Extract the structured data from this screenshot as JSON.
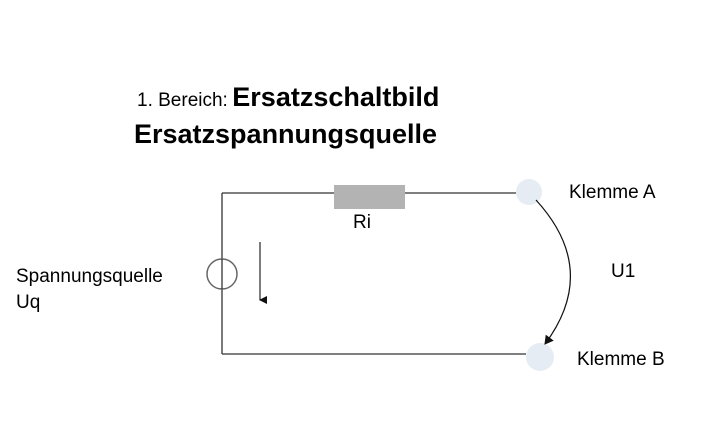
{
  "title": {
    "prefix": "1. Bereich:",
    "main": "Ersatzschaltbild",
    "subtitle": "Ersatzspannungsquelle"
  },
  "circuit": {
    "resistor_label": "Ri",
    "source_label_line1": "Spannungsquelle",
    "source_label_line2": "Uq",
    "terminal_a_label": "Klemme A",
    "terminal_b_label": "Klemme B",
    "voltage_label": "U1",
    "colors": {
      "wire": "#333333",
      "resistor_fill": "#b3b3b3",
      "terminal_fill": "#e6ecf3",
      "source_stroke": "#666666"
    }
  }
}
